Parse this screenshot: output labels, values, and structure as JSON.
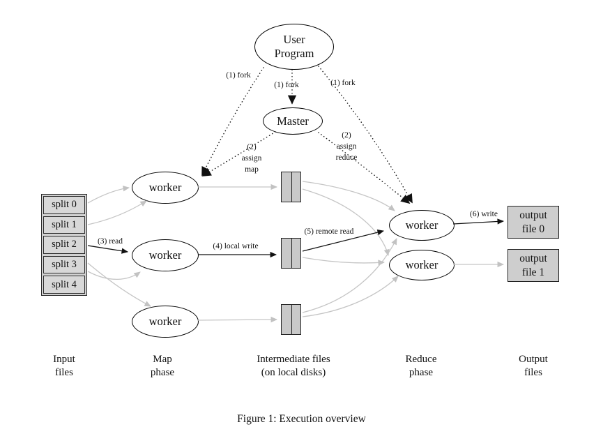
{
  "figure": {
    "caption": "Figure 1: Execution overview",
    "nodes": {
      "user_program": [
        "User",
        "Program"
      ],
      "master": "Master",
      "map_workers": [
        "worker",
        "worker",
        "worker"
      ],
      "reduce_workers": [
        "worker",
        "worker"
      ],
      "splits": [
        "split 0",
        "split 1",
        "split 2",
        "split 3",
        "split 4"
      ],
      "output_files": [
        [
          "output",
          "file 0"
        ],
        [
          "output",
          "file 1"
        ]
      ]
    },
    "edge_labels": {
      "fork_left": "(1) fork",
      "fork_center": "(1) fork",
      "fork_right": "(1) fork",
      "assign_map": [
        "(2)",
        "assign",
        "map"
      ],
      "assign_reduce": [
        "(2)",
        "assign",
        "reduce"
      ],
      "read": "(3) read",
      "local_write": "(4) local write",
      "remote_read": "(5) remote read",
      "write": "(6) write"
    },
    "column_labels": [
      [
        "Input",
        "files"
      ],
      [
        "Map",
        "phase"
      ],
      [
        "Intermediate files",
        "(on local disks)"
      ],
      [
        "Reduce",
        "phase"
      ],
      [
        "Output",
        "files"
      ]
    ],
    "colors": {
      "node_fill_gray": "#d2d2d2",
      "edge_gray": "#c5c5c5",
      "line_black": "#111111",
      "background": "#ffffff"
    }
  }
}
